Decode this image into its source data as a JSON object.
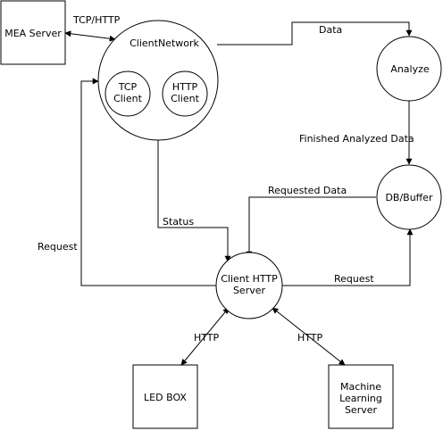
{
  "nodes": {
    "mea_server": "MEA Server",
    "client_network": "ClientNetwork",
    "tcp_client": [
      "TCP",
      "Client"
    ],
    "http_client": [
      "HTTP",
      "Client"
    ],
    "analyze": "Analyze",
    "db_buffer": "DB/Buffer",
    "client_http_server": [
      "Client HTTP",
      "Server"
    ],
    "led_box": "LED BOX",
    "ml_server": [
      "Machine",
      "Learning",
      "Server"
    ]
  },
  "edges": {
    "tcp_http": "TCP/HTTP",
    "data": "Data",
    "finished_analyzed_data": "Finished Analyzed Data",
    "requested_data": "Requested Data",
    "status": "Status",
    "request_left": "Request",
    "request_right": "Request",
    "http_led": "HTTP",
    "http_ml": "HTTP"
  },
  "colors": {
    "stroke": "#000000",
    "background": "#ffffff"
  }
}
